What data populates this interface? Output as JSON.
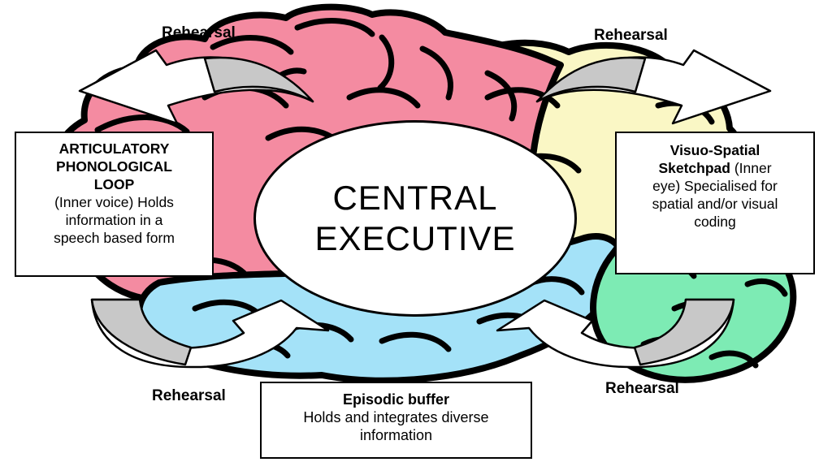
{
  "colors": {
    "pink_region": "#F48BA1",
    "yellow_region": "#FAF7C5",
    "blue_region": "#A4E2F8",
    "green_region": "#7DEBB4",
    "arrow_gray": "#C8C8C8",
    "arrow_white": "#FFFFFF",
    "outline_black": "#000000",
    "background": "#FFFFFF"
  },
  "central_executive": {
    "lines": [
      "CENTRAL",
      "EXECUTIVE"
    ]
  },
  "boxes": {
    "phonological_loop": {
      "lines": [
        {
          "b": "ARTICULATORY",
          "r": ""
        },
        {
          "b": "PHONOLOGICAL",
          "r": ""
        },
        {
          "b": "LOOP",
          "r": ""
        },
        {
          "b": "",
          "r": "(Inner voice) Holds"
        },
        {
          "b": "",
          "r": "information in a"
        },
        {
          "b": "",
          "r": "speech based form"
        }
      ]
    },
    "visuospatial_sketchpad": {
      "lines": [
        {
          "b": "Visuo-Spatial",
          "r": ""
        },
        {
          "b": "Sketchpad",
          "r": " (Inner"
        },
        {
          "b": "",
          "r": "eye) Specialised for"
        },
        {
          "b": "",
          "r": "spatial and/or visual"
        },
        {
          "b": "",
          "r": "coding"
        }
      ]
    },
    "episodic_buffer": {
      "lines": [
        {
          "b": "Episodic buffer",
          "r": ""
        },
        {
          "b": "",
          "r": "Holds and integrates diverse"
        },
        {
          "b": "",
          "r": "information"
        }
      ]
    }
  },
  "rehearsal_labels": {
    "top_left": "Rehearsal",
    "top_right": "Rehearsal",
    "bottom_left": "Rehearsal",
    "bottom_right": "Rehearsal"
  }
}
